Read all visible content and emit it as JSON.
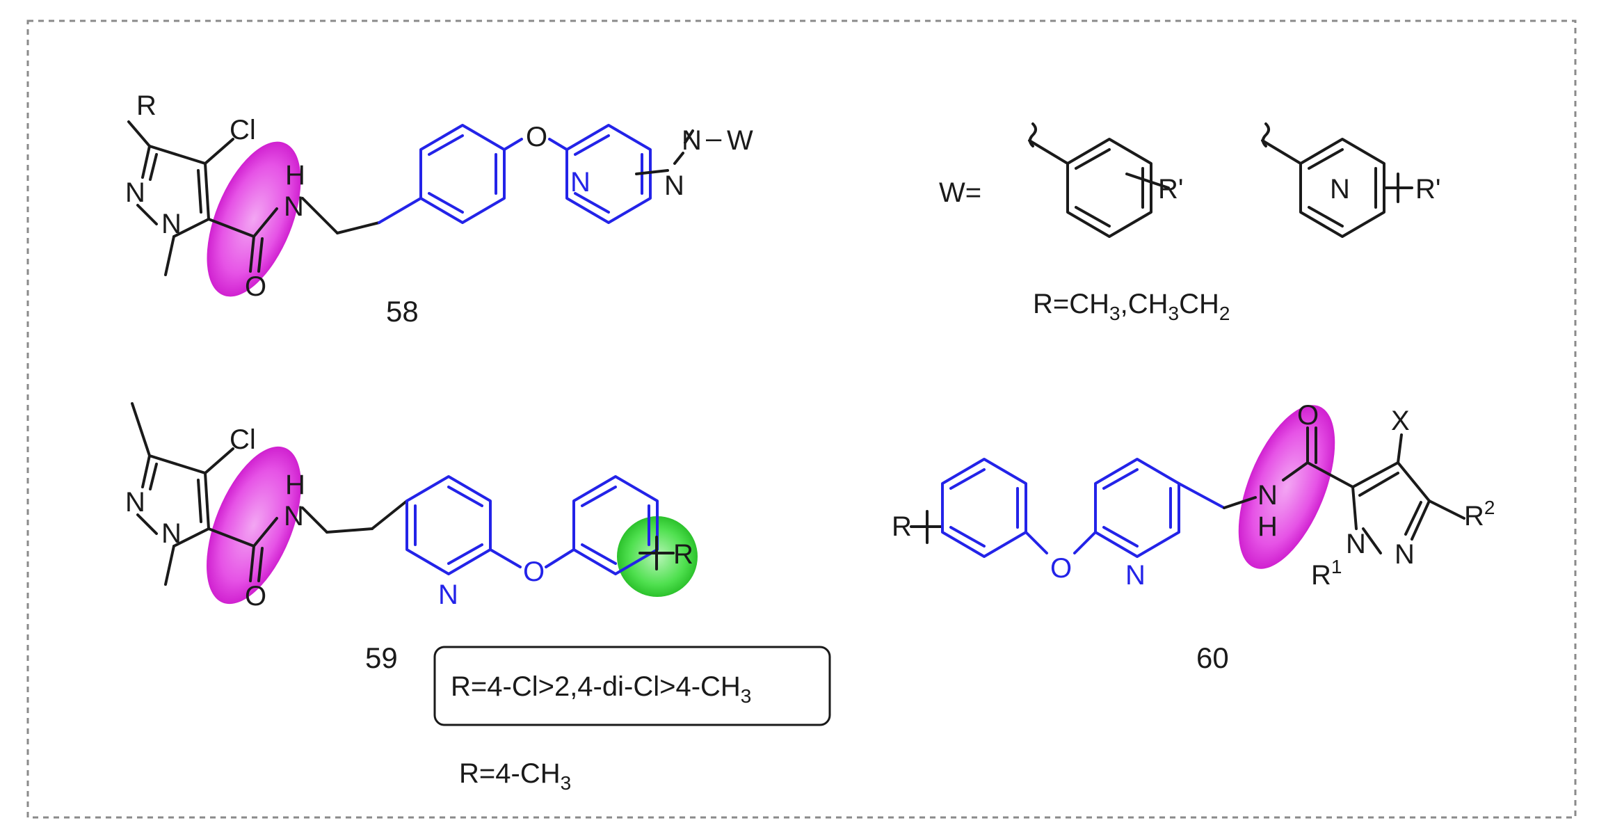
{
  "figure": {
    "compound_58": {
      "number": "58",
      "labels": {
        "R": "R",
        "Cl": "Cl",
        "N1": "N",
        "N2": "N",
        "H": "H",
        "NH_N": "N",
        "O_carbonyl": "O",
        "O_ether": "O",
        "N_pyr": "N",
        "N_azo1": "N",
        "N_azo2": "N",
        "W": "W",
        "minus1": "–",
        "minus2": "–"
      }
    },
    "w_definition": {
      "prefix": "W=",
      "r_prime_1": "R'",
      "r_prime_2": "R'",
      "n_pyr": "N",
      "r_def": "R=CH",
      "r_def_sub1": "3",
      "r_def_mid": ",CH",
      "r_def_sub2": "3",
      "r_def_mid2": "CH",
      "r_def_sub3": "2"
    },
    "compound_59": {
      "number": "59",
      "labels": {
        "Cl": "Cl",
        "N1": "N",
        "N2": "N",
        "H": "H",
        "NH_N": "N",
        "O_carbonyl": "O",
        "N_pyr": "N",
        "O_ether": "O",
        "R": "R"
      },
      "box_text": "R=4-Cl>2,4-di-Cl>4-CH",
      "box_sub": "3",
      "note": "R=4-CH",
      "note_sub": "3"
    },
    "compound_60": {
      "number": "60",
      "labels": {
        "R": "R",
        "O_ether": "O",
        "N_pyr": "N",
        "O_carbonyl": "O",
        "NH_N": "N",
        "H": "H",
        "X": "X",
        "R2": "R",
        "R2_sup": "2",
        "R1": "R",
        "R1_sup": "1",
        "N1": "N",
        "N2": "N"
      }
    },
    "colors": {
      "scaffold": "#2323e8",
      "highlight_amide": "#e040e0",
      "highlight_sub": "#33dd33",
      "frame": "#8a8a8a",
      "ink": "#1a1a1a"
    }
  }
}
